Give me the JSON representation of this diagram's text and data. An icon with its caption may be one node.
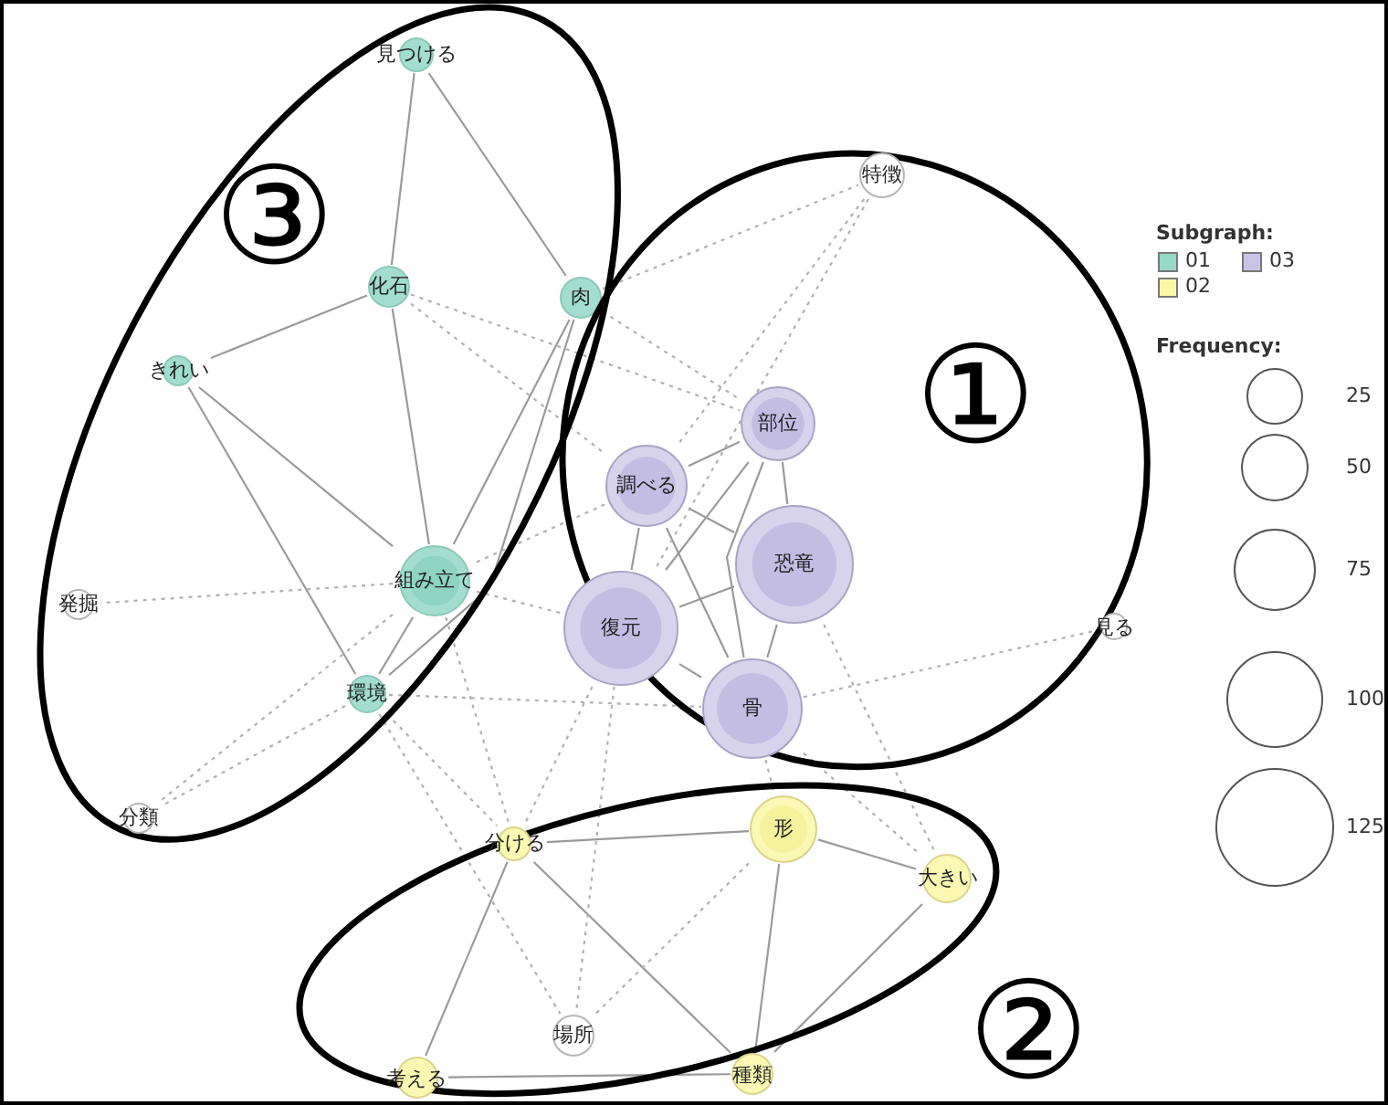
{
  "diagram": {
    "nodes": [
      {
        "text": [
          "③"
        ]
      },
      {
        "text": [
          "①"
        ]
      },
      {
        "text": [
          "②"
        ]
      },
      {
        "text": [
          "見つける"
        ],
        "in": 0
      },
      {
        "text": [
          "化石"
        ],
        "in": 0
      },
      {
        "text": [
          "肉"
        ],
        "in": 0
      },
      {
        "text": [
          "きれい"
        ],
        "in": 0
      },
      {
        "text": [
          "組み立て"
        ],
        "in": 0
      },
      {
        "text": [
          "発掘"
        ],
        "in": 0
      },
      {
        "text": [
          "環境"
        ],
        "in": 0
      },
      {
        "text": [
          "分類"
        ],
        "in": 0
      },
      {
        "text": [
          "特徴"
        ],
        "in": 1
      },
      {
        "text": [
          "部位"
        ],
        "in": 1
      },
      {
        "text": [
          "調べる"
        ],
        "in": 1
      },
      {
        "text": [
          "恐竜"
        ],
        "in": 1
      },
      {
        "text": [
          "復元"
        ],
        "in": 1
      },
      {
        "text": [
          "骨"
        ],
        "in": 1
      },
      {
        "text": [
          "見る"
        ]
      },
      {
        "text": [
          "分ける"
        ],
        "in": 2
      },
      {
        "text": [
          "形"
        ],
        "in": 2
      },
      {
        "text": [
          "大きい"
        ],
        "in": 2
      },
      {
        "text": [
          "場所"
        ],
        "in": 2
      },
      {
        "text": [
          "考える"
        ]
      },
      {
        "text": [
          "種類"
        ]
      }
    ],
    "edges": [
      {
        "from": 3,
        "to": 4,
        "arrow": "none"
      },
      {
        "from": 3,
        "to": 5,
        "arrow": "none"
      },
      {
        "from": 4,
        "to": 6,
        "arrow": "none"
      },
      {
        "from": 4,
        "to": 7,
        "arrow": "none"
      },
      {
        "from": 5,
        "to": 7,
        "arrow": "none"
      },
      {
        "from": 5,
        "to": 9,
        "arrow": "none"
      },
      {
        "from": 6,
        "to": 7,
        "arrow": "none"
      },
      {
        "from": 6,
        "to": 9,
        "arrow": "none"
      },
      {
        "from": 7,
        "to": 9,
        "arrow": "none"
      },
      {
        "from": 12,
        "to": 13,
        "arrow": "none"
      },
      {
        "from": 12,
        "to": 15,
        "arrow": "none"
      },
      {
        "from": 12,
        "to": 14,
        "arrow": "none"
      },
      {
        "from": 12,
        "to": 16,
        "arrow": "none"
      },
      {
        "from": 13,
        "to": 14,
        "arrow": "none"
      },
      {
        "from": 13,
        "to": 15,
        "arrow": "none"
      },
      {
        "from": 13,
        "to": 16,
        "arrow": "none"
      },
      {
        "from": 14,
        "to": 15,
        "arrow": "none"
      },
      {
        "from": 14,
        "to": 16,
        "arrow": "none"
      },
      {
        "from": 15,
        "to": 16,
        "arrow": "none"
      },
      {
        "from": 18,
        "to": 19,
        "arrow": "none"
      },
      {
        "from": 18,
        "to": 22,
        "arrow": "none"
      },
      {
        "from": 18,
        "to": 23,
        "arrow": "none"
      },
      {
        "from": 19,
        "to": 20,
        "arrow": "none"
      },
      {
        "from": 19,
        "to": 23,
        "arrow": "none"
      },
      {
        "from": 20,
        "to": 23,
        "arrow": "none"
      },
      {
        "from": 22,
        "to": 23,
        "arrow": "none"
      },
      {
        "from": 4,
        "to": 13,
        "arrow": "none",
        "style": "dashed"
      },
      {
        "from": 4,
        "to": 12,
        "arrow": "none",
        "style": "dashed"
      },
      {
        "from": 5,
        "to": 11,
        "arrow": "none",
        "style": "dashed"
      },
      {
        "from": 5,
        "to": 12,
        "arrow": "none",
        "style": "dashed"
      },
      {
        "from": 11,
        "to": 13,
        "arrow": "none",
        "style": "dashed"
      },
      {
        "from": 11,
        "to": 15,
        "arrow": "none",
        "style": "dashed"
      },
      {
        "from": 7,
        "to": 8,
        "arrow": "none",
        "style": "dashed"
      },
      {
        "from": 7,
        "to": 13,
        "arrow": "none",
        "style": "dashed"
      },
      {
        "from": 7,
        "to": 15,
        "arrow": "none",
        "style": "dashed"
      },
      {
        "from": 7,
        "to": 10,
        "arrow": "none",
        "style": "dashed"
      },
      {
        "from": 7,
        "to": 18,
        "arrow": "none",
        "style": "dashed"
      },
      {
        "from": 9,
        "to": 10,
        "arrow": "none",
        "style": "dashed"
      },
      {
        "from": 9,
        "to": 16,
        "arrow": "none",
        "style": "dashed"
      },
      {
        "from": 9,
        "to": 18,
        "arrow": "none",
        "style": "dashed"
      },
      {
        "from": 9,
        "to": 21,
        "arrow": "none",
        "style": "dashed"
      },
      {
        "from": 16,
        "to": 17,
        "arrow": "none",
        "style": "dashed"
      },
      {
        "from": 14,
        "to": 20,
        "arrow": "none",
        "style": "dashed"
      },
      {
        "from": 15,
        "to": 18,
        "arrow": "none",
        "style": "dashed"
      },
      {
        "from": 15,
        "to": 21,
        "arrow": "none",
        "style": "dashed"
      },
      {
        "from": 16,
        "to": 19,
        "arrow": "none",
        "style": "dashed"
      },
      {
        "from": 16,
        "to": 20,
        "arrow": "none",
        "style": "dashed"
      },
      {
        "from": 19,
        "to": 21,
        "arrow": "none",
        "style": "dashed"
      }
    ],
    "labels": [
      "Subgraph:",
      "Frequency:"
    ],
    "legend": [
      {
        "text": "01",
        "color": "#95d9c8"
      },
      {
        "text": "03",
        "color": "#c9c4e6"
      },
      {
        "text": "02",
        "color": "#fbf7a6"
      },
      {
        "text": "25"
      },
      {
        "text": "50"
      },
      {
        "text": "75"
      },
      {
        "text": "100"
      },
      {
        "text": "125"
      }
    ]
  }
}
